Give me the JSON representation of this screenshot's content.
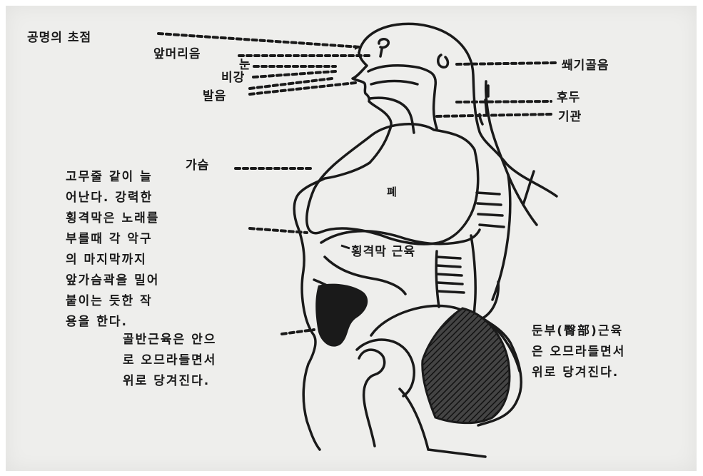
{
  "labels": {
    "resonance_focus": "공명의 초점",
    "front_head": "앞머리음",
    "eye": "눈",
    "nasal_cavity": "비강",
    "pronunciation": "발음",
    "occipital": "쐐기골음",
    "larynx": "후두",
    "trachea": "기관",
    "chest": "가슴",
    "lung": "폐",
    "diaphragm_muscle": "횡격막 근육"
  },
  "paragraphs": {
    "chest_description": [
      "고무줄 같이 늘",
      "어난다. 강력한",
      "횡격막은 노래를",
      "부를때 각 악구",
      "의 마지막까지",
      "앞가슴곽을 밀어",
      "붙이는 듯한 작",
      "용을 한다."
    ],
    "pelvic_description": [
      "골반근육은 안으",
      "로 오므라들면서",
      "위로 당겨진다."
    ],
    "gluteal_description": [
      "둔부(臀部)근육",
      "은 오므라들면서",
      "위로 당겨진다."
    ]
  },
  "colors": {
    "ink": "#1a1a1a",
    "paper": "#eeeeec"
  }
}
